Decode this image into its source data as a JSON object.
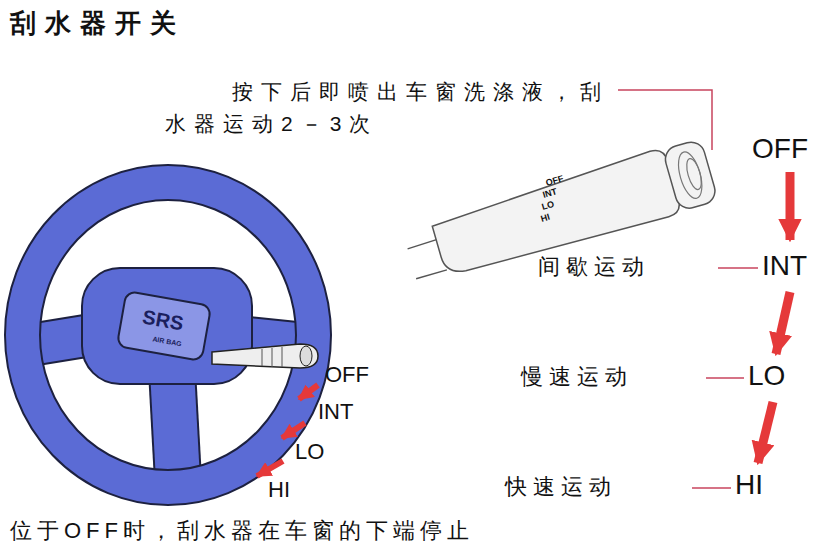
{
  "diagram": {
    "title": "刮水器开关",
    "labels": [
      "按下后即喷出车窗洗涤液，刮水器运动2－3次",
      "OFF",
      "INT",
      "LO",
      "HI",
      "SRS",
      "AIR BAG",
      "OFF",
      "INT",
      "LO",
      "HI",
      "OFF",
      "间歇运动",
      "INT",
      "慢速运动",
      "LO",
      "快速运动",
      "HI",
      "位于OFF时，刮水器在车窗的下端停止"
    ]
  }
}
